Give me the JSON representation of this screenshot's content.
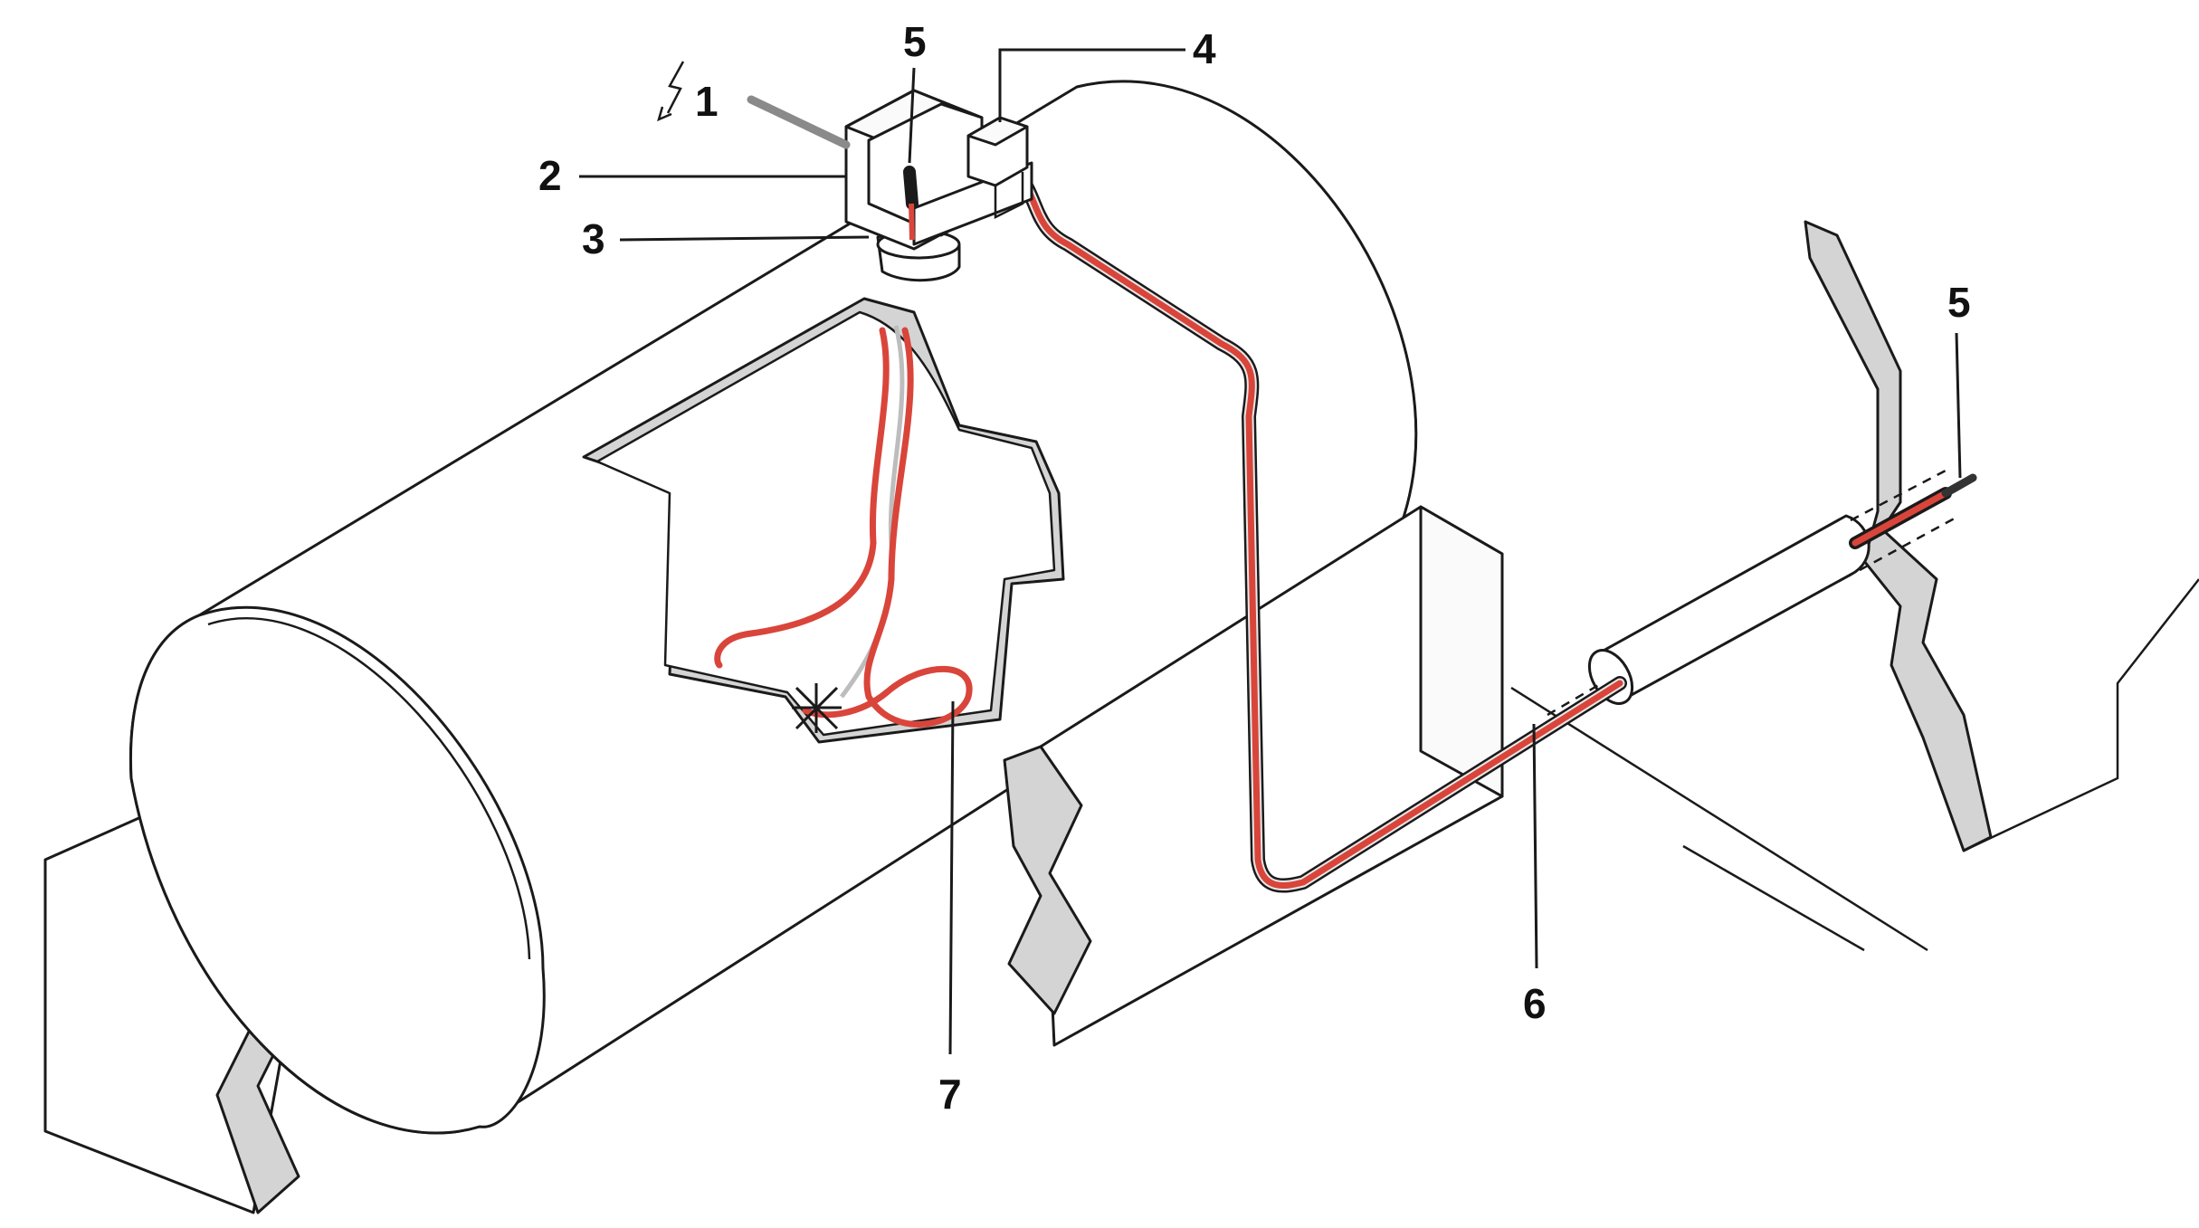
{
  "callouts": {
    "c1": "1",
    "c2": "2",
    "c3": "3",
    "c4": "4",
    "c5_top": "5",
    "c5_right": "5",
    "c6": "6",
    "c7": "7"
  },
  "colors": {
    "heating_cable": "#d9453a",
    "cable_sheath": "#bdbdbd",
    "cut_surface": "#d4d4d4",
    "line": "#1a1a1a",
    "background": "#ffffff"
  },
  "icons": {
    "power": "lightning-bolt-icon"
  }
}
